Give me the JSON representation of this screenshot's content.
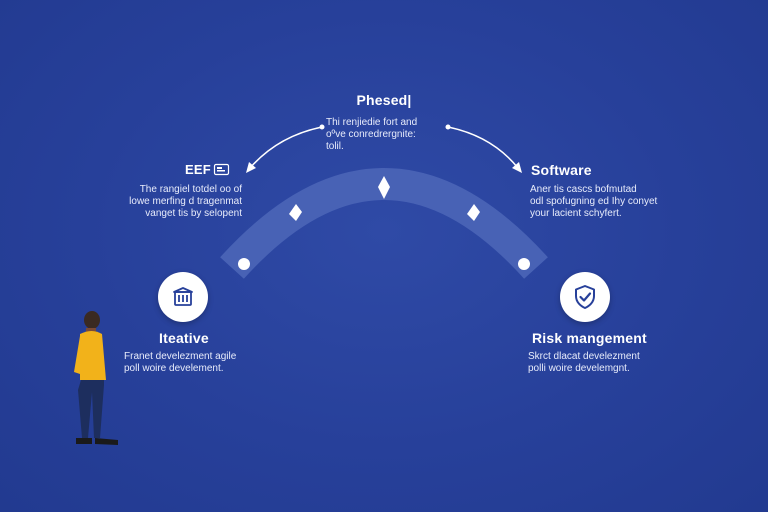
{
  "diagram": {
    "top": {
      "title": "Phesed|",
      "desc": [
        "Thi renjiedie fort and",
        "oºve conredrergnite:",
        "tolil."
      ]
    },
    "left_top": {
      "title": "EEF",
      "desc": [
        "The rangiel totdel oo of",
        "lowe merfing d tragenmat",
        "vanget tis by selopent"
      ]
    },
    "right_top": {
      "title": "Software",
      "desc": [
        "Aner tis cascs bofmutad",
        "odl spofugning ed Ihy conyet",
        "your lacient schyfert."
      ]
    },
    "left_bottom": {
      "title": "Iteative",
      "desc": [
        "Franet develezment agile",
        "poll woire develement."
      ]
    },
    "right_bottom": {
      "title": "Risk mangement",
      "desc": [
        "Skrct dlacat develezment",
        "polli woire develemgnt."
      ]
    },
    "colors": {
      "background": "#27409a",
      "arc": "#4a64b6",
      "person_shirt": "#f2b21a",
      "person_pants": "#1d2e5e"
    },
    "icons": {
      "left_bottom": "building-icon",
      "right_bottom": "shield-check-icon"
    }
  }
}
